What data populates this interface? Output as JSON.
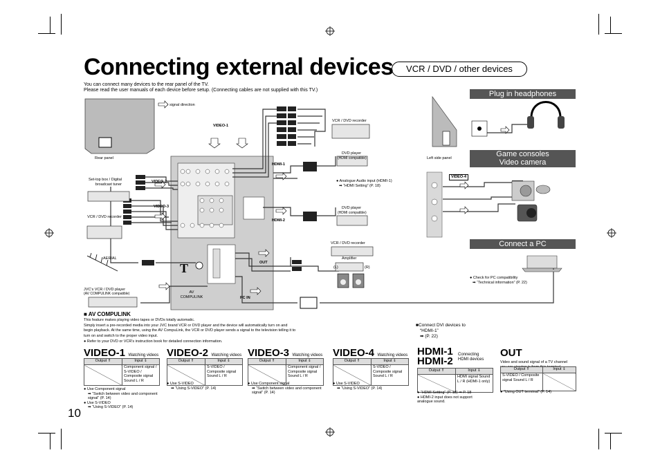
{
  "page": {
    "title": "Connecting external devices",
    "subtitle": "VCR / DVD / other devices",
    "intro_lines": [
      "You can connect many devices to the rear panel of the TV.",
      "Please read the user manuals of each device before setup. (Connecting cables are not supplied with this TV.)"
    ],
    "page_number": "10"
  },
  "diagram": {
    "signal_direction": ": signal direction",
    "rear_panel": "Rear panel",
    "video1": "VIDEO-1",
    "video2": "VIDEO-2",
    "video3": "VIDEO-3",
    "video4": "VIDEO-4",
    "hdmi1": "HDMI-1",
    "hdmi2": "HDMI-2",
    "out": "OUT",
    "pc_in": "PC IN",
    "av_compulink": "AV COMPULINK",
    "aerial": "AERIAL",
    "settop": "Set-top box / Digital broadcast tuner",
    "vcr_dvd_recorder_left": "VCR / DVD recorder",
    "vcr_dvd_recorder_top": "VCR / DVD recorder",
    "vcr_dvd_recorder_out": "VCR / DVD recorder",
    "dvd_player": "DVD player",
    "hdmi_compatible": "(HDMI compatible)",
    "dvd_player2": "DVD player",
    "hdmi_compatible2": "(HDMI compatible)",
    "analogue_note": "Analogue Audio input (HDMI-1)",
    "analogue_ref": "“HDMI Setting” (P. 18)",
    "amplifier": "Amplifier",
    "amp_l": "(L)",
    "amp_r": "(R)",
    "jvc_vcr": "JVC's VCR / DVD player",
    "jvc_vcr_sub": "(AV COMPULINK compatible)",
    "left_side_panel": "Left side panel",
    "pc_note": "Check for PC compatibility",
    "pc_ref": "“Technical information” (P. 22)"
  },
  "right_headers": {
    "headphones": "Plug in headphones",
    "game": "Game consoles\nVideo camera",
    "game_line1": "Game consoles",
    "game_line2": "Video camera",
    "pc": "Connect a PC"
  },
  "av_compulink_section": {
    "heading": "AV COMPULINK",
    "lines": [
      "This feature makes playing video tapes or DVDs totally automatic.",
      "Simply insert a pre-recorded media into your JVC brand VCR or DVD player and the device will automatically turn on and",
      "begin playback. At the same time, using the AV CompuLink, the VCR or DVD player sends a signal to the television telling it to",
      "turn on and switch to the proper video input."
    ],
    "refer": "Refer to your DVD or VCR's instruction book for detailed connection information."
  },
  "dvi_note": {
    "line1": "Connect DVI devices to",
    "line2": "“HDMI-1”",
    "line3": "(P. 22)"
  },
  "sections": [
    {
      "title": "VIDEO-1",
      "watch": "Watching videos",
      "output_header": "Output",
      "input_header": "Input",
      "input": "Component signal / S-VIDEO / Composite signal Sound L / R",
      "notes": [
        "Use Component signal",
        "“Switch between video and component signal” (P. 14)",
        "Use S-VIDEO",
        "“Using S-VIDEO” (P. 14)"
      ]
    },
    {
      "title": "VIDEO-2",
      "watch": "Watching videos",
      "output_header": "Output",
      "input_header": "Input",
      "input": "S-VIDEO / Composite signal Sound L / R",
      "notes": [
        "Use S-VIDEO",
        "“Using S-VIDEO” (P. 14)"
      ]
    },
    {
      "title": "VIDEO-3",
      "watch": "Watching videos",
      "output_header": "Output",
      "input_header": "Input",
      "input": "Component signal / Composite signal Sound L / R",
      "notes": [
        "Use Component signal",
        "“Switch between video and component signal” (P. 14)"
      ]
    },
    {
      "title": "VIDEO-4",
      "watch": "Watching videos",
      "output_header": "Output",
      "input_header": "Input",
      "input": "S-VIDEO / Composite signal Sound L / R",
      "notes": [
        "Use S-VIDEO",
        "“Using S-VIDEO” (P. 14)"
      ]
    },
    {
      "title_line1": "HDMI-1",
      "title_line2": "HDMI-2",
      "watch_line1": "Connecting",
      "watch_line2": "HDMI devices",
      "output_header": "Output",
      "input_header": "Input",
      "input": "HDMI signal Sound L / R (HDMI-1 only)",
      "notes": [
        "“HDMI Setting” (P. 18)",
        "HDMI-2 input does not support analogue sound."
      ]
    },
    {
      "title": "OUT",
      "desc_line1": "Video and sound signal of a TV channel",
      "desc_line2": "you are viewing is from this terminal",
      "output_header": "Output",
      "input_header": "Input",
      "output": "S-VIDEO / Composite signal Sound L / R",
      "notes": [
        "“Using OUT terminal” (P. 14)"
      ]
    }
  ],
  "colors": {
    "header_grey": "#555555",
    "panel_grey": "#d9d9d9"
  }
}
